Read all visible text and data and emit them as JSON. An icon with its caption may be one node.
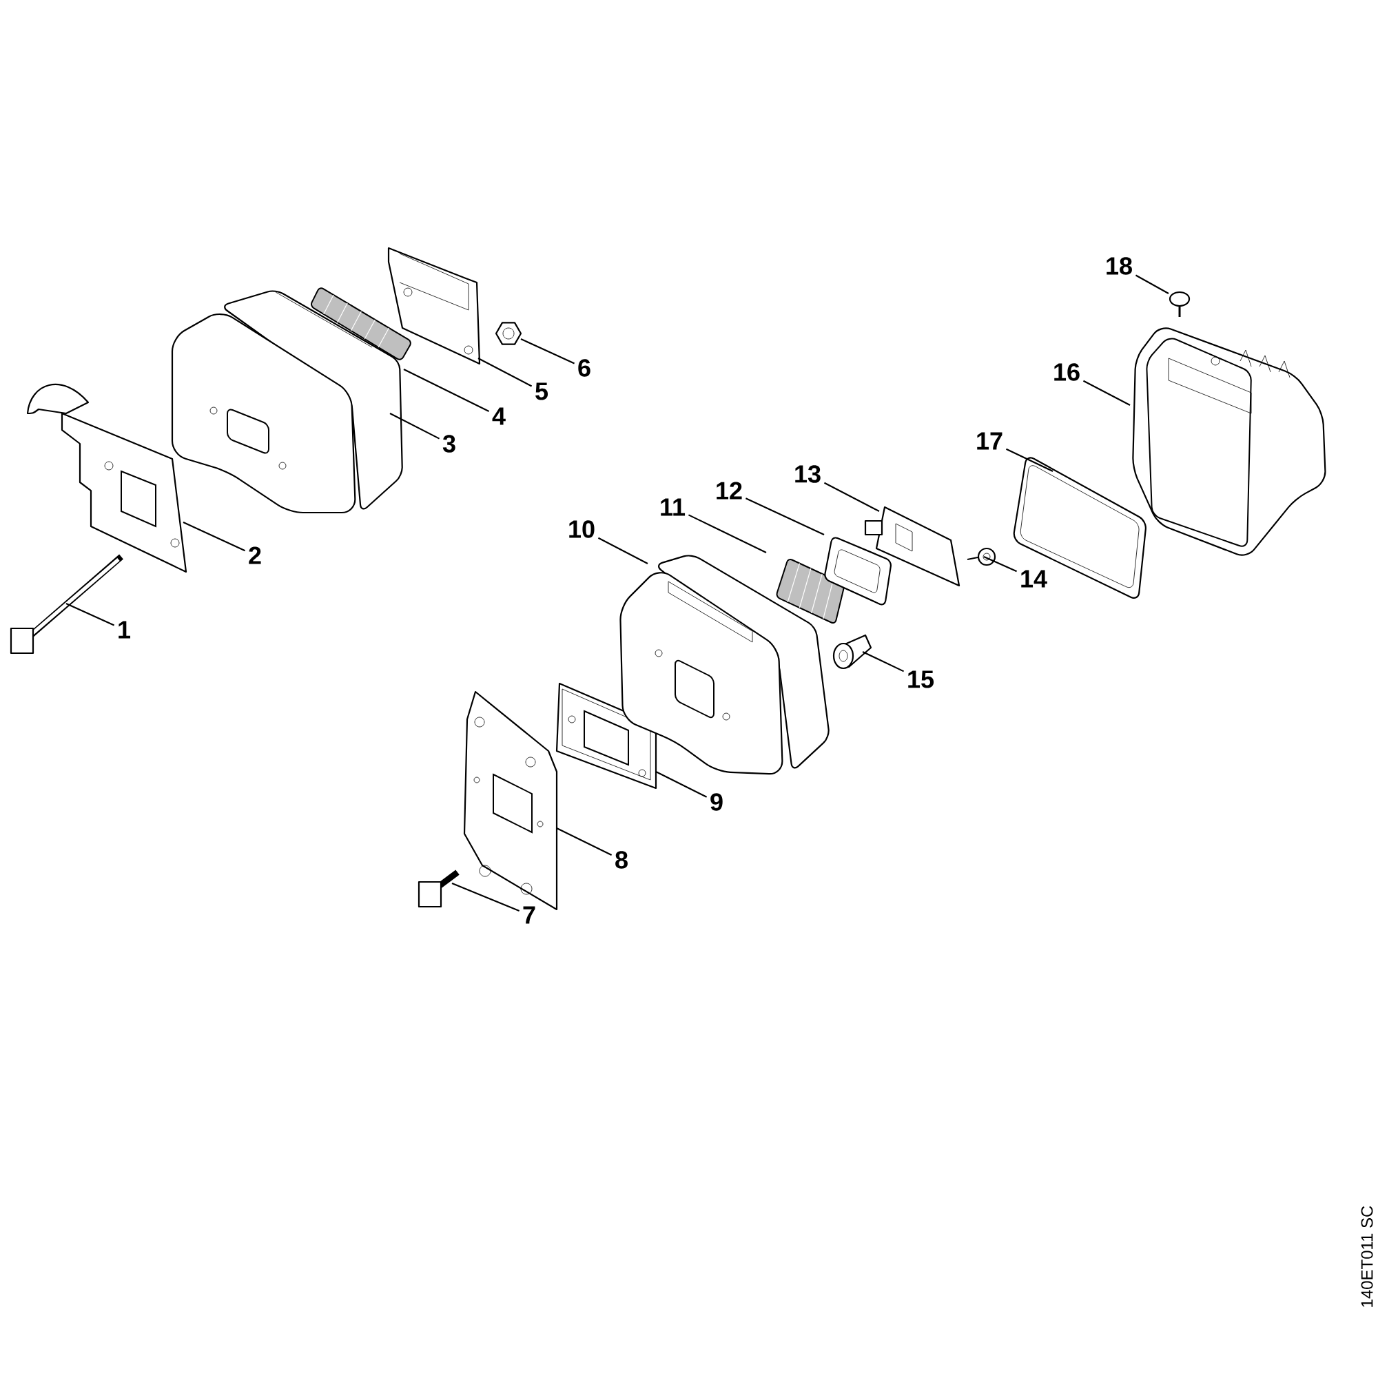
{
  "diagram": {
    "nodes": [
      {
        "text": [
          "1"
        ]
      },
      {
        "text": [
          "2"
        ]
      },
      {
        "text": [
          "3"
        ]
      },
      {
        "text": [
          "4"
        ]
      },
      {
        "text": [
          "5"
        ]
      },
      {
        "text": [
          "6"
        ]
      },
      {
        "text": [
          "7"
        ]
      },
      {
        "text": [
          "8"
        ]
      },
      {
        "text": [
          "9"
        ]
      },
      {
        "text": [
          "10"
        ]
      },
      {
        "text": [
          "11"
        ]
      },
      {
        "text": [
          "12"
        ]
      },
      {
        "text": [
          "13"
        ]
      },
      {
        "text": [
          "14"
        ]
      },
      {
        "text": [
          "15"
        ]
      },
      {
        "text": [
          "16"
        ]
      },
      {
        "text": [
          "17"
        ]
      },
      {
        "text": [
          "18"
        ]
      },
      {
        "text": [],
        "shape": "picture"
      },
      {
        "text": [],
        "shape": "picture"
      },
      {
        "text": [],
        "shape": "picture"
      },
      {
        "text": [],
        "shape": "picture"
      },
      {
        "text": [],
        "shape": "picture"
      },
      {
        "text": [],
        "shape": "picture"
      },
      {
        "text": [],
        "shape": "picture"
      },
      {
        "text": [],
        "shape": "picture"
      },
      {
        "text": [],
        "shape": "picture"
      },
      {
        "text": [],
        "shape": "picture"
      },
      {
        "text": [],
        "shape": "picture"
      },
      {
        "text": [],
        "shape": "picture"
      },
      {
        "text": [],
        "shape": "picture"
      },
      {
        "text": [],
        "shape": "picture"
      },
      {
        "text": [],
        "shape": "picture"
      },
      {
        "text": [],
        "shape": "picture"
      },
      {
        "text": [],
        "shape": "picture"
      },
      {
        "text": [],
        "shape": "picture"
      }
    ],
    "edges": [
      {
        "from": 0,
        "to": 18,
        "arrow": "none"
      },
      {
        "from": 1,
        "to": 19,
        "arrow": "none"
      },
      {
        "from": 2,
        "to": 20,
        "arrow": "none"
      },
      {
        "from": 3,
        "to": 21,
        "arrow": "none"
      },
      {
        "from": 4,
        "to": 22,
        "arrow": "none"
      },
      {
        "from": 5,
        "to": 23,
        "arrow": "none"
      },
      {
        "from": 6,
        "to": 24,
        "arrow": "none"
      },
      {
        "from": 7,
        "to": 25,
        "arrow": "none"
      },
      {
        "from": 8,
        "to": 26,
        "arrow": "none"
      },
      {
        "from": 9,
        "to": 27,
        "arrow": "none"
      },
      {
        "from": 10,
        "to": 28,
        "arrow": "none"
      },
      {
        "from": 11,
        "to": 29,
        "arrow": "none"
      },
      {
        "from": 12,
        "to": 30,
        "arrow": "none"
      },
      {
        "from": 13,
        "to": 31,
        "arrow": "none"
      },
      {
        "from": 14,
        "to": 32,
        "arrow": "none"
      },
      {
        "from": 15,
        "to": 33,
        "arrow": "none"
      },
      {
        "from": 16,
        "to": 34,
        "arrow": "none"
      },
      {
        "from": 17,
        "to": 35,
        "arrow": "none"
      }
    ],
    "labels": [
      "140ET011 SC"
    ]
  }
}
